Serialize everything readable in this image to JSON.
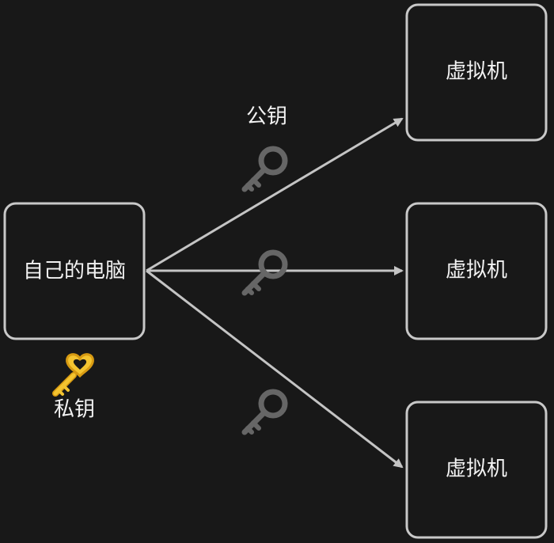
{
  "nodes": {
    "source": {
      "label": "自己的电脑"
    },
    "vm_top": {
      "label": "虚拟机"
    },
    "vm_middle": {
      "label": "虚拟机"
    },
    "vm_bottom": {
      "label": "虚拟机"
    }
  },
  "labels": {
    "public_key": "公钥",
    "private_key": "私钥"
  },
  "icons": {
    "public_key_icon": "gray-key-icon",
    "private_key_icon": "gold-heart-key-icon"
  },
  "colors": {
    "background": "#181818",
    "stroke": "#c8c8c8",
    "text": "#f2f2f2",
    "public_key": "#666666",
    "private_key": "#f4c430"
  }
}
